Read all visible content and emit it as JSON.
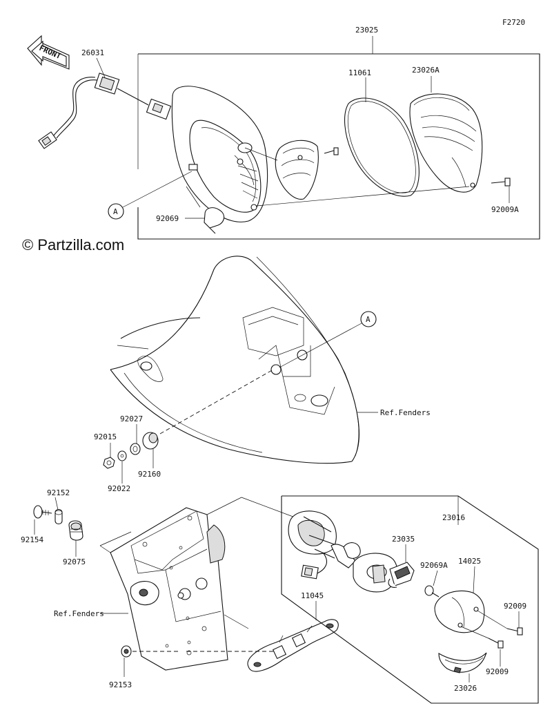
{
  "diagram": {
    "figure_code": "F2720",
    "copyright": "© Partzilla.com",
    "front_label": "FRONT",
    "ref_label_a_top": "A",
    "ref_label_a_mid": "A",
    "ref_fenders_upper": "Ref.Fenders",
    "ref_fenders_lower": "Ref.Fenders",
    "parts": {
      "p26031": "26031",
      "p23025": "23025",
      "p11061": "11061",
      "p23026A": "23026A",
      "p92069": "92069",
      "p92009A": "92009A",
      "p92027": "92027",
      "p92015": "92015",
      "p92160": "92160",
      "p92022": "92022",
      "p92152": "92152",
      "p92154": "92154",
      "p92075": "92075",
      "p23016": "23016",
      "p23035": "23035",
      "p92069A": "92069A",
      "p14025": "14025",
      "p92009_a": "92009",
      "p92009_b": "92009",
      "p11045": "11045",
      "p92153": "92153",
      "p23026": "23026"
    }
  }
}
